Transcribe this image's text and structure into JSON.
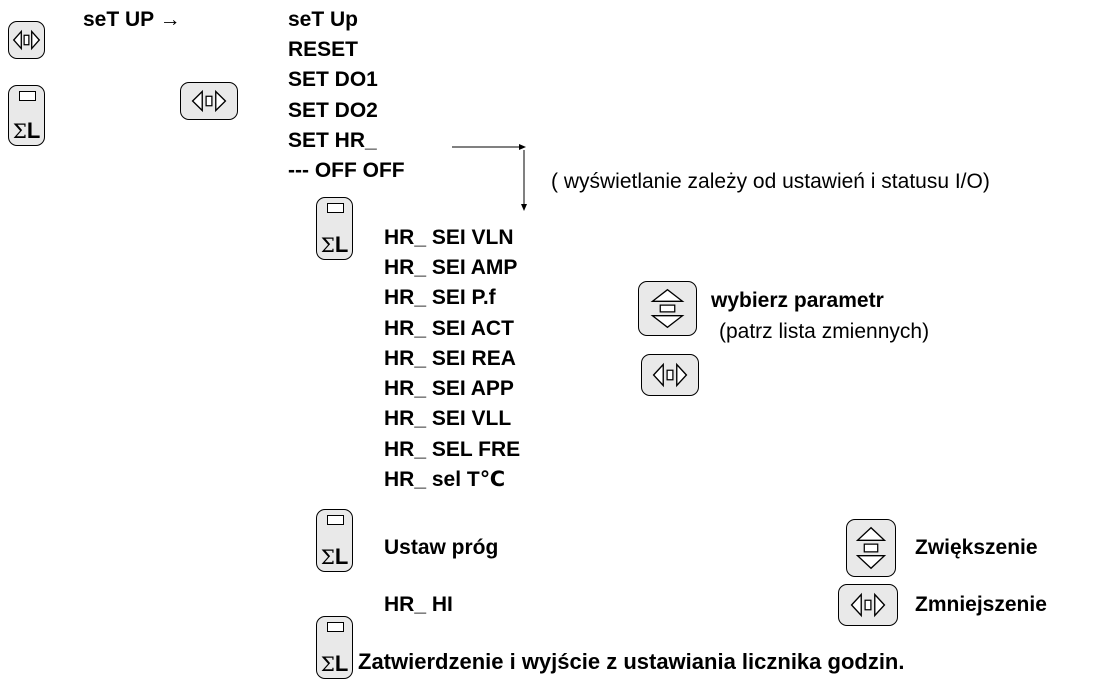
{
  "header": {
    "entry_label": "seT UP →"
  },
  "menu_items": [
    "seT Up",
    "RESET",
    "SET DO1",
    "SET DO2",
    "SET HR_",
    "--- OFF OFF"
  ],
  "display_note": "( wyświetlanie zależy od ustawień i statusu I/O)",
  "hr_items": [
    "HR_ SEI VLN",
    "HR_ SEI AMP",
    "HR_ SEI P.f",
    "HR_ SEI ACT",
    "HR_ SEI REA",
    "HR_ SEI APP",
    "HR_ SEI VLL",
    "HR_ SEL FRE",
    "HR_ sel T℃"
  ],
  "select_param": {
    "title": "wybierz parametr",
    "subtitle": "(patrz lista zmiennych)"
  },
  "threshold": {
    "label": "Ustaw próg",
    "value_label": "HR_ HI"
  },
  "increase_label": "Zwiększenie",
  "decrease_label": "Zmniejszenie",
  "confirm_label": "Zatwierdzenie i wyjście z ustawiania licznika godzin.",
  "key_icons": {
    "left_right": "left-right-arrow-icon",
    "sum_l": "sum-l-key-icon",
    "up_down": "up-down-arrow-icon"
  }
}
